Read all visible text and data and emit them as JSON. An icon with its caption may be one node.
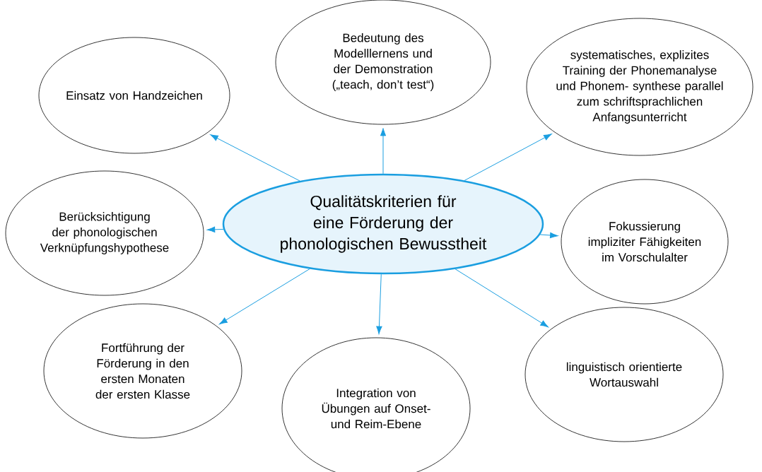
{
  "diagram": {
    "nodes": [
      {
        "text": [
          "Qualitätskriterien für eine Förderung der phonologischen Bewusstheit"
        ]
      },
      {
        "text": [
          "Einsatz von Handzeichen"
        ]
      },
      {
        "text": [
          "Bedeutung des Modelllernens und der Demonstration („teach, don’t test“)"
        ]
      },
      {
        "text": [
          "systematisches, explizites Training der Phonemanalyse und Phonem- synthese parallel zum schriftsprachlichen Anfangsunterricht"
        ]
      },
      {
        "text": [
          "Berücksichtigung der phonologischen Verknüpfungshypothese"
        ]
      },
      {
        "text": [
          "Fokussierung impliziter Fähigkeiten im Vorschulalter"
        ]
      },
      {
        "text": [
          "Fortführung der Förderung in den ersten Monaten der ersten Klasse"
        ]
      },
      {
        "text": [
          "Integration von Übungen auf Onset- und Reim-Ebene"
        ]
      },
      {
        "text": [
          "linguistisch orientierte Wortauswahl"
        ]
      }
    ],
    "edges": [
      {
        "from": 0,
        "to": 1,
        "arrow": "to"
      },
      {
        "from": 0,
        "to": 2,
        "arrow": "to"
      },
      {
        "from": 0,
        "to": 3,
        "arrow": "to"
      },
      {
        "from": 0,
        "to": 4,
        "arrow": "to"
      },
      {
        "from": 0,
        "to": 5,
        "arrow": "to"
      },
      {
        "from": 0,
        "to": 6,
        "arrow": "to"
      },
      {
        "from": 0,
        "to": 7,
        "arrow": "to"
      },
      {
        "from": 0,
        "to": 8,
        "arrow": "to"
      }
    ]
  }
}
